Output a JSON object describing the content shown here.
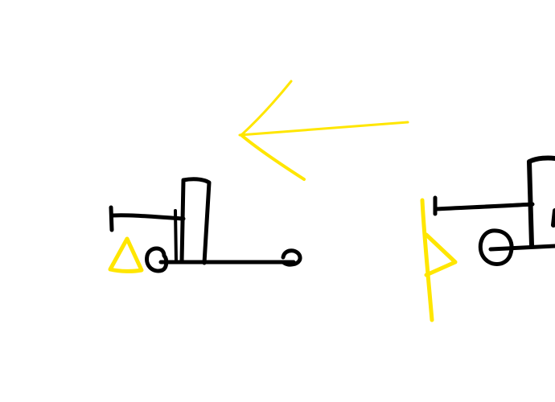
{
  "canvas": {
    "background": "#ffffff"
  },
  "colors": {
    "ink_black": "#000000",
    "ink_yellow": "#ffe600"
  },
  "sketch": {
    "elements": [
      {
        "name": "arrow-left",
        "color": "ink_yellow",
        "kind": "stroke"
      },
      {
        "name": "left-machine",
        "color": "ink_black",
        "kind": "stroke"
      },
      {
        "name": "left-triangle",
        "color": "ink_yellow",
        "kind": "stroke"
      },
      {
        "name": "right-machine",
        "color": "ink_black",
        "kind": "stroke"
      },
      {
        "name": "right-marker",
        "color": "ink_yellow",
        "kind": "stroke"
      }
    ]
  }
}
